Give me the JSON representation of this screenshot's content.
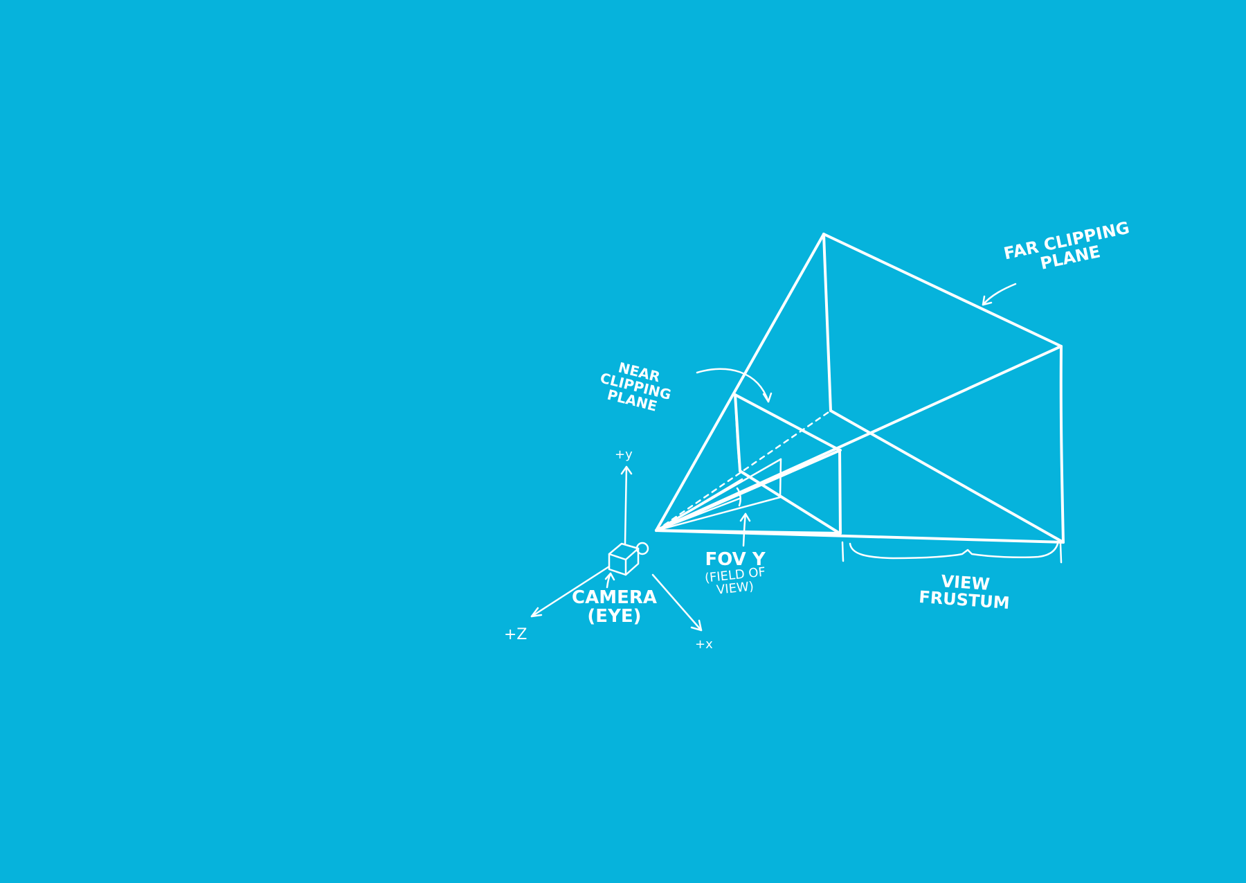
{
  "labels": {
    "far_clipping_plane": [
      "FAR CLIPPING",
      "PLANE"
    ],
    "near_clipping_plane": [
      "NEAR",
      "CLIPPING",
      "PLANE"
    ],
    "fov": [
      "FOV Y",
      "(FIELD OF",
      "VIEW)"
    ],
    "view_frustum": [
      "VIEW",
      "FRUSTUM"
    ],
    "camera": [
      "CAMERA",
      "(EYE)"
    ],
    "axis_y": "+y",
    "axis_z": "+Z",
    "axis_x": "+x"
  },
  "colors": {
    "background": "#06B3DC",
    "ink": "#FFFFFF"
  }
}
